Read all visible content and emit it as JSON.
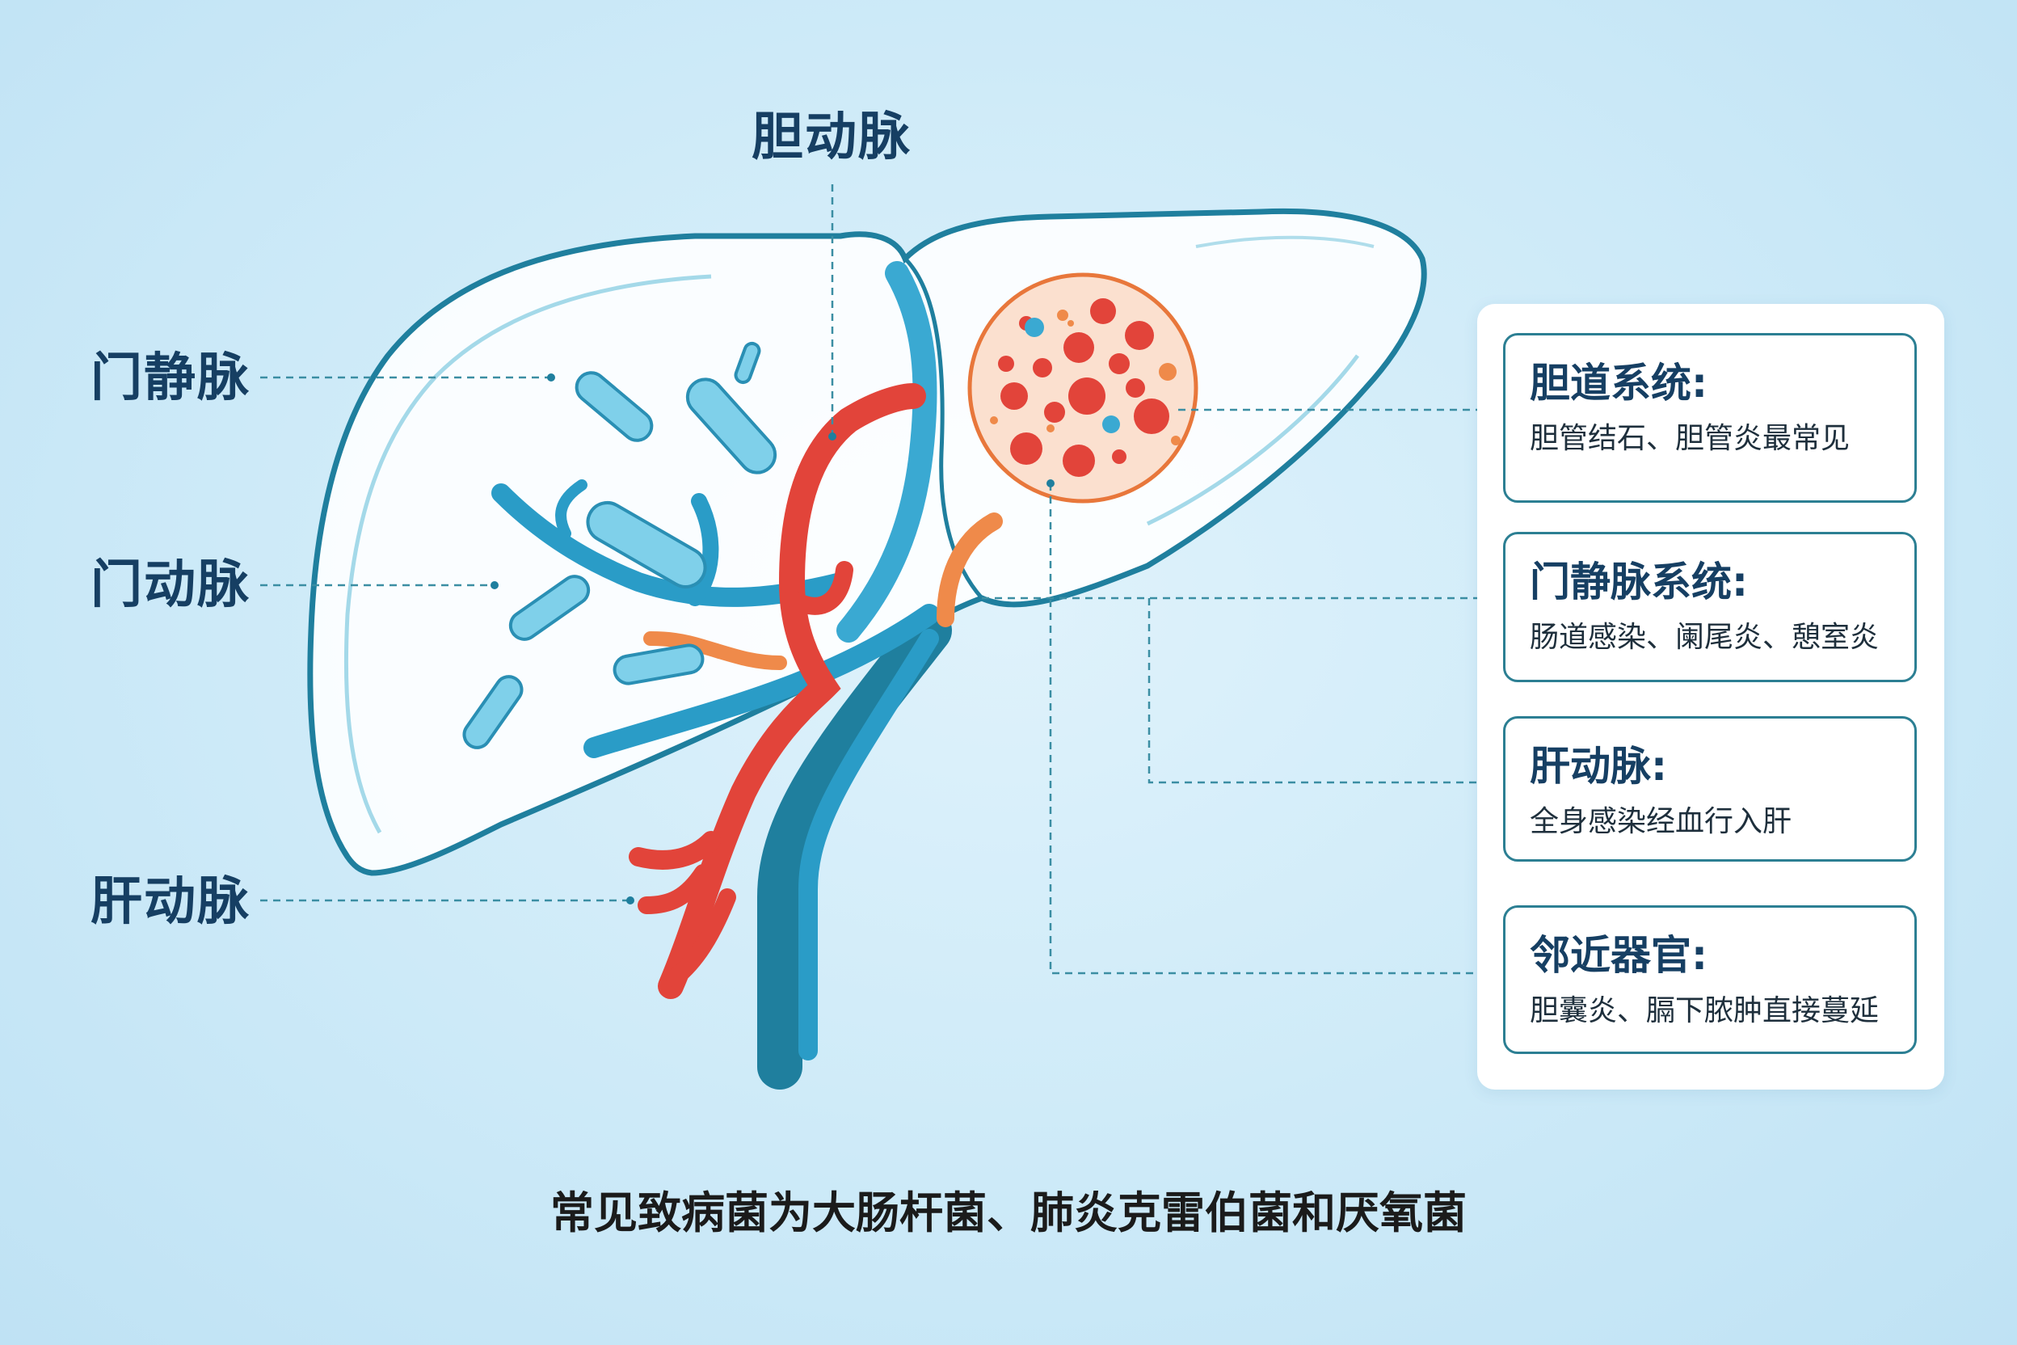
{
  "labels": {
    "top": "胆动脉",
    "left_1": "门静脉",
    "left_2": "门动脉",
    "left_3": "肝动脉"
  },
  "cards": [
    {
      "title": "胆道系统:",
      "text": "胆管结石、胆管炎最常见"
    },
    {
      "title": "门静脉系统:",
      "text": "肠道感染、阑尾炎、憩室炎"
    },
    {
      "title": "肝动脉:",
      "text": "全身感染经血行入肝"
    },
    {
      "title": "邻近器官:",
      "text": "胆囊炎、膈下脓肿直接蔓延"
    }
  ],
  "caption": "常见致病菌为大肠杆菌、肺炎克雷伯菌和厌氧菌",
  "colors": {
    "liver_outline": "#1f7f9e",
    "vein_blue": "#2a9cc7",
    "artery_red": "#e2443a",
    "bile_orange": "#ef8a4a",
    "abscess_fill": "#fbe0cf",
    "label_navy": "#163f63",
    "leader_teal": "#3b8ea3"
  },
  "icons": [
    "bacteria-icon",
    "abscess-icon"
  ]
}
